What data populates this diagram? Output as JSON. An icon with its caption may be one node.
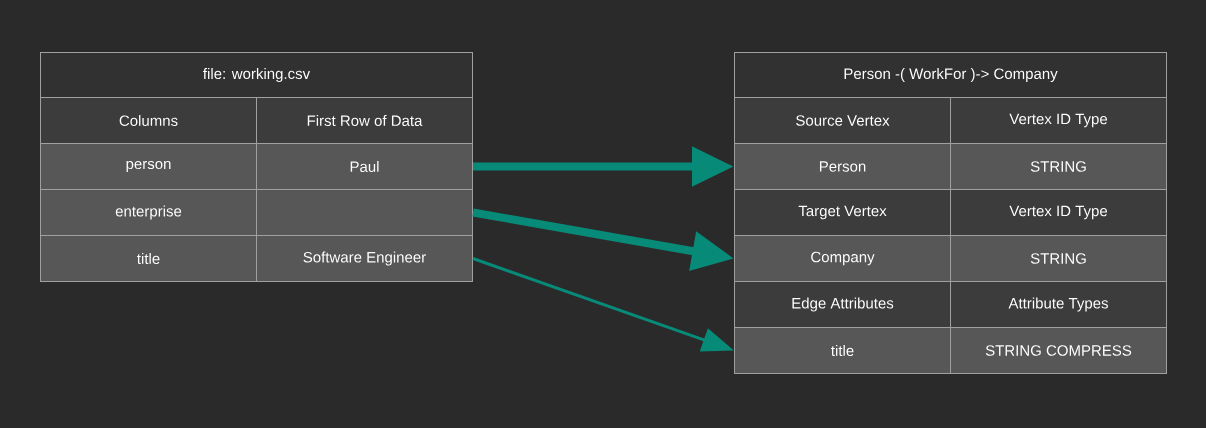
{
  "diagram": {
    "nodes": [
      {
        "text": [
          "file: working.csv"
        ]
      },
      {
        "text": [
          "Columns"
        ]
      },
      {
        "text": [
          "First Row of Data"
        ]
      },
      {
        "text": [
          "person"
        ]
      },
      {
        "text": [
          "Paul"
        ]
      },
      {
        "text": [
          "enterprise"
        ]
      },
      {
        "text": [],
        "shape": "box"
      },
      {
        "text": [
          "title"
        ]
      },
      {
        "text": [
          "Software Engineer"
        ]
      },
      {
        "text": [
          "Person -( WorkFor )-> Company"
        ]
      },
      {
        "text": [
          "Source Vertex"
        ]
      },
      {
        "text": [
          "Vertex ID Type"
        ]
      },
      {
        "text": [
          "Person"
        ]
      },
      {
        "text": [
          "STRING"
        ]
      },
      {
        "text": [
          "Target Vertex"
        ]
      },
      {
        "text": [
          "Vertex ID Type"
        ]
      },
      {
        "text": [
          "Company"
        ]
      },
      {
        "text": [
          "STRING"
        ]
      },
      {
        "text": [
          "Edge Attributes"
        ]
      },
      {
        "text": [
          "Attribute Types"
        ]
      },
      {
        "text": [
          "title"
        ]
      },
      {
        "text": [
          "STRING COMPRESS"
        ]
      }
    ],
    "edges": [
      {
        "from": 4,
        "to": 12,
        "arrow": "to"
      },
      {
        "from": 6,
        "to": 16,
        "arrow": "to"
      },
      {
        "from": 8,
        "to": 20,
        "arrow": "to"
      }
    ]
  }
}
